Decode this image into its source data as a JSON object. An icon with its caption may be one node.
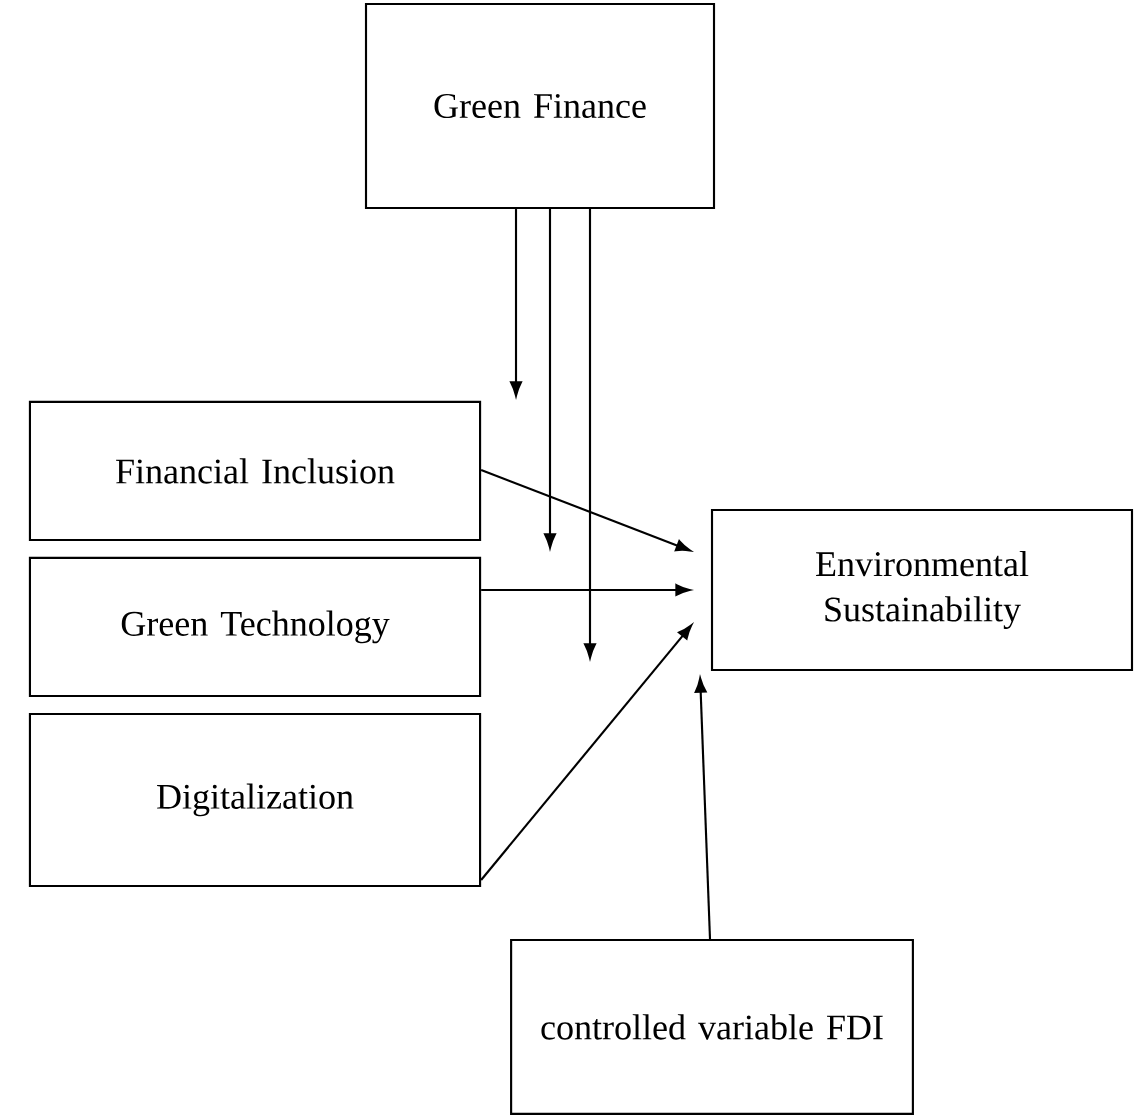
{
  "diagram": {
    "nodes": [
      {
        "text": [
          "Green Finance"
        ]
      },
      {
        "text": [
          "Financial Inclusion"
        ]
      },
      {
        "text": [
          "Green Technology"
        ]
      },
      {
        "text": [
          "Digitalization"
        ]
      },
      {
        "text": [
          "Environmental Sustainability"
        ]
      },
      {
        "text": [
          "controlled variable FDI"
        ]
      }
    ],
    "edges": [
      {
        "from": 1,
        "to": 4,
        "arrow": "to"
      },
      {
        "from": 2,
        "to": 4,
        "arrow": "to"
      },
      {
        "from": 3,
        "to": 4,
        "arrow": "to"
      },
      {
        "from": 5,
        "to": 4,
        "arrow": "to"
      },
      {
        "from": 0,
        "to": null,
        "arrow": "to"
      },
      {
        "from": 0,
        "to": null,
        "arrow": "to"
      },
      {
        "from": 0,
        "to": null,
        "arrow": "to"
      }
    ]
  }
}
